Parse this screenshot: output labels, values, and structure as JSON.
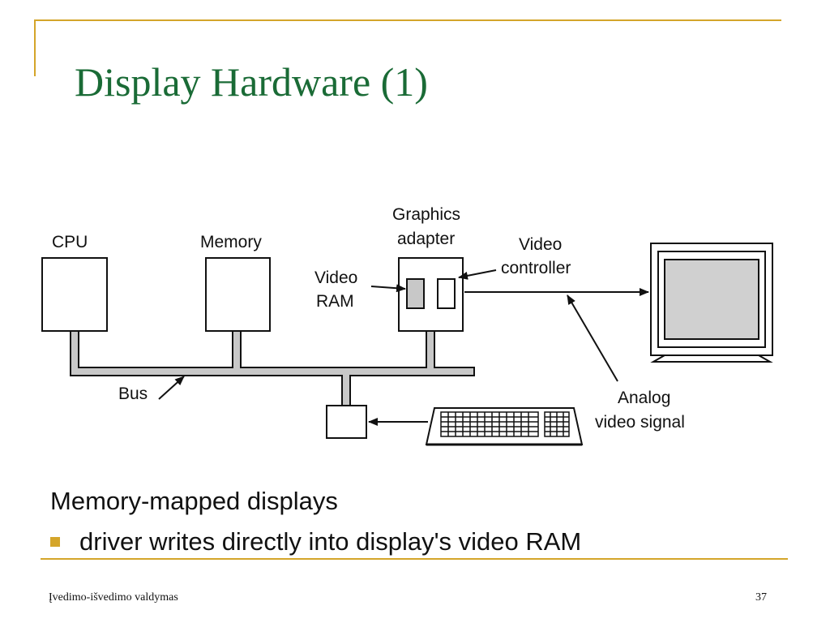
{
  "slide": {
    "title": "Display Hardware (1)",
    "heading": "Memory-mapped displays",
    "bullet": "driver writes directly into display's video RAM",
    "footer_left": "Įvedimo-išvedimo valdymas",
    "footer_right": "37"
  },
  "diagram": {
    "labels": {
      "cpu": "CPU",
      "memory": "Memory",
      "graphics_line1": "Graphics",
      "graphics_line2": "adapter",
      "video_ram_line1": "Video",
      "video_ram_line2": "RAM",
      "video_controller_line1": "Video",
      "video_controller_line2": "controller",
      "bus": "Bus",
      "analog_line1": "Analog",
      "analog_line2": "video signal"
    }
  },
  "colors": {
    "title": "#1a6b36",
    "accent": "#d4a52a",
    "bus": "#c8c8c8",
    "screen": "#d0d0d0"
  }
}
